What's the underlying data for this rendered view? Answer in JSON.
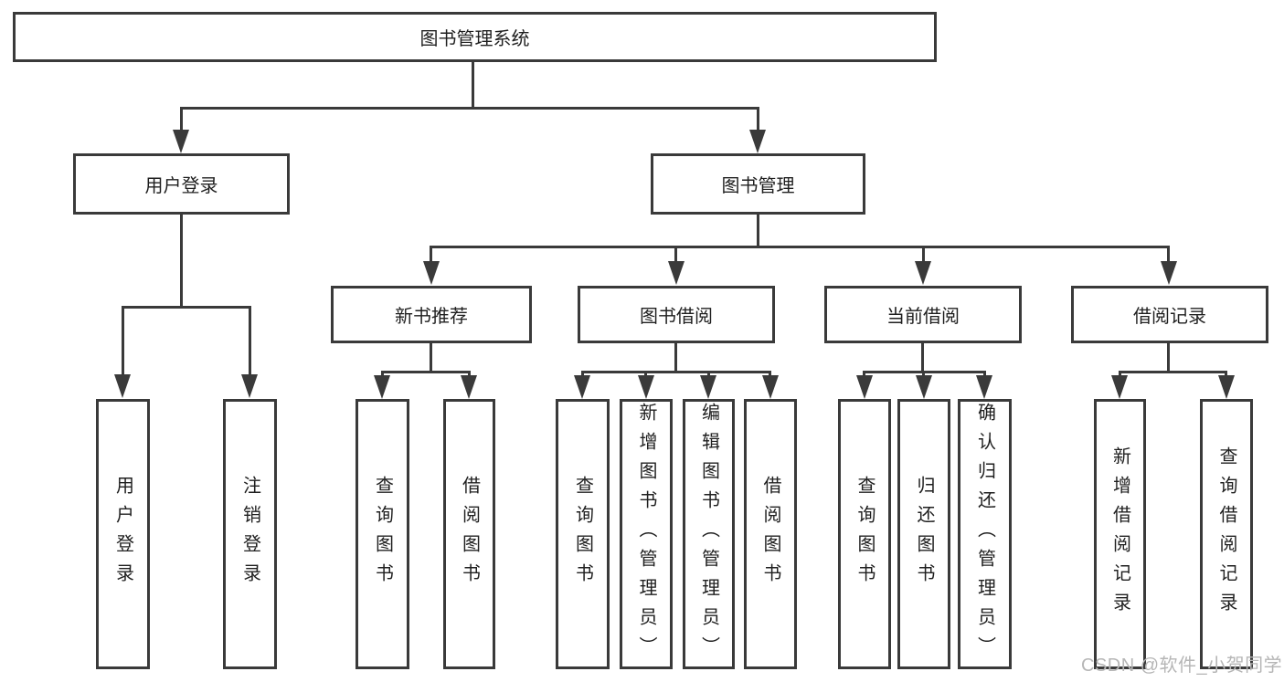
{
  "diagram": {
    "root": {
      "label": "图书管理系统"
    },
    "branches": [
      {
        "label": "用户登录",
        "children": [
          {
            "label": "用户登录"
          },
          {
            "label": "注销登录"
          }
        ]
      },
      {
        "label": "图书管理",
        "children": [
          {
            "label": "新书推荐",
            "children": [
              {
                "label": "查询图书"
              },
              {
                "label": "借阅图书"
              }
            ]
          },
          {
            "label": "图书借阅",
            "children": [
              {
                "label": "查询图书"
              },
              {
                "label": "新增图书（管理员）"
              },
              {
                "label": "编辑图书（管理员）"
              },
              {
                "label": "借阅图书"
              }
            ]
          },
          {
            "label": "当前借阅",
            "children": [
              {
                "label": "查询图书"
              },
              {
                "label": "归还图书"
              },
              {
                "label": "确认归还（管理员）"
              }
            ]
          },
          {
            "label": "借阅记录",
            "children": [
              {
                "label": "新增借阅记录"
              },
              {
                "label": "查询借阅记录"
              }
            ]
          }
        ]
      }
    ]
  },
  "watermark": {
    "text": "CSDN @软件_小贺同学",
    "color": "#b6b6b6"
  },
  "colors": {
    "line": "#3a3a3a",
    "background": "#ffffff",
    "text": "#1f1f1f"
  }
}
